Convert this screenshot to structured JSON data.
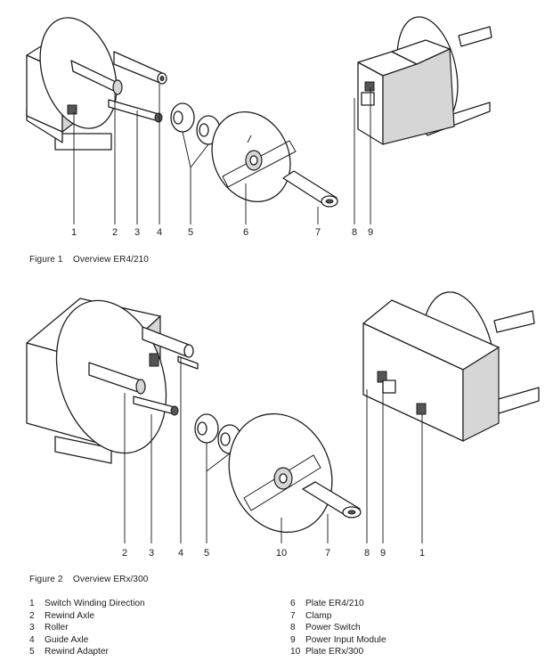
{
  "figure1": {
    "caption": "Figure 1    Overview ER4/210",
    "callouts": [
      "1",
      "2",
      "3",
      "4",
      "5",
      "6",
      "7",
      "8",
      "9"
    ]
  },
  "figure2": {
    "caption": "Figure 2    Overview ERx/300",
    "callouts": [
      "2",
      "3",
      "4",
      "5",
      "10",
      "7",
      "8",
      "9",
      "1"
    ]
  },
  "legend": {
    "left": [
      {
        "num": "1",
        "label": "Switch Winding Direction"
      },
      {
        "num": "2",
        "label": "Rewind Axle"
      },
      {
        "num": "3",
        "label": "Roller"
      },
      {
        "num": "4",
        "label": "Guide Axle"
      },
      {
        "num": "5",
        "label": "Rewind Adapter"
      }
    ],
    "right": [
      {
        "num": "6",
        "label": "Plate ER4/210"
      },
      {
        "num": "7",
        "label": "Clamp"
      },
      {
        "num": "8",
        "label": "Power Switch"
      },
      {
        "num": "9",
        "label": "Power Input Module"
      },
      {
        "num": "10",
        "label": "Plate ERx/300"
      }
    ]
  }
}
